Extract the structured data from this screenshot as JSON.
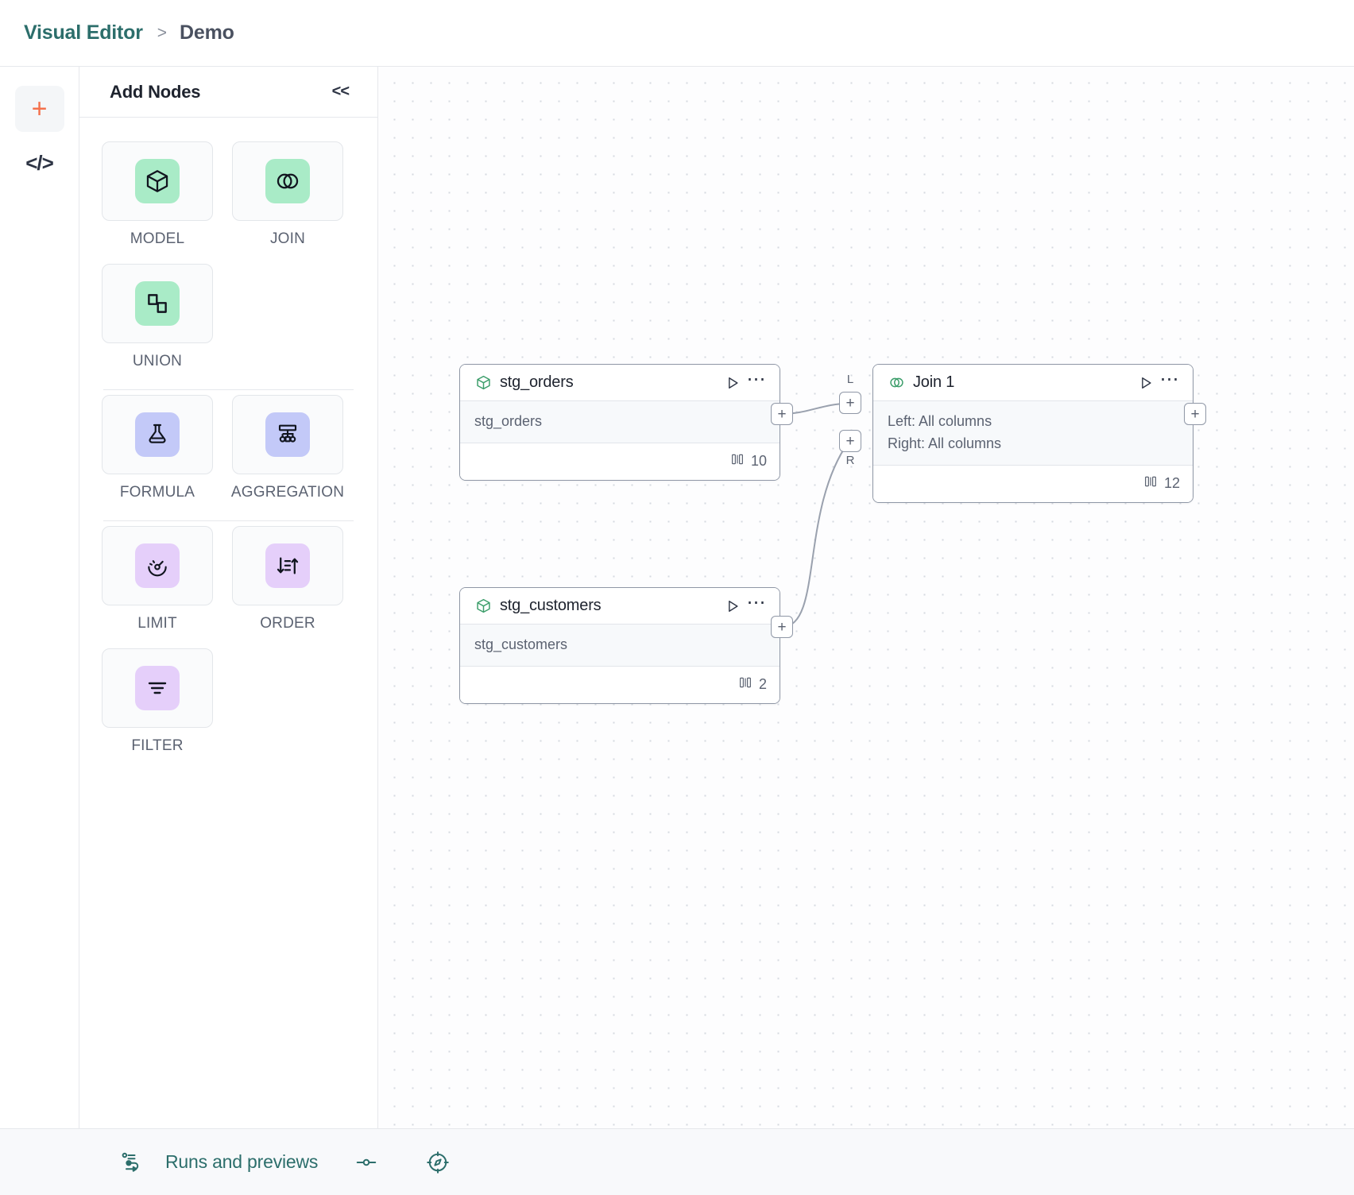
{
  "header": {
    "breadcrumb_root": "Visual Editor",
    "breadcrumb_separator": ">",
    "breadcrumb_current": "Demo"
  },
  "rail": {
    "add_icon": "plus-icon",
    "code_icon": "code-icon",
    "code_glyph": "</>"
  },
  "panel": {
    "title": "Add Nodes",
    "collapse_label": "<<",
    "groups": [
      {
        "items": [
          {
            "label": "MODEL",
            "icon": "cube-icon",
            "swatch": "#a9ebc7"
          },
          {
            "label": "JOIN",
            "icon": "venn-icon",
            "swatch": "#a9ebc7"
          },
          {
            "label": "UNION",
            "icon": "union-shapes-icon",
            "swatch": "#a9ebc7"
          }
        ]
      },
      {
        "items": [
          {
            "label": "FORMULA",
            "icon": "flask-icon",
            "swatch": "#c3c9f8"
          },
          {
            "label": "AGGREGATION",
            "icon": "hierarchy-icon",
            "swatch": "#c3c9f8"
          }
        ]
      },
      {
        "items": [
          {
            "label": "LIMIT",
            "icon": "gauge-icon",
            "swatch": "#e5cffa"
          },
          {
            "label": "ORDER",
            "icon": "sort-icon",
            "swatch": "#e5cffa"
          },
          {
            "label": "FILTER",
            "icon": "filter-icon",
            "swatch": "#e5cffa"
          }
        ]
      }
    ]
  },
  "canvas": {
    "nodes": [
      {
        "id": "stg_orders",
        "type": "model",
        "icon": "cube-icon",
        "title": "stg_orders",
        "rows": [
          "stg_orders"
        ],
        "columns_count": "10",
        "columns_icon": "columns-icon",
        "run_icon": "play-icon",
        "more_icon": "ellipsis-icon"
      },
      {
        "id": "join_1",
        "type": "join",
        "icon": "venn-icon",
        "title": "Join 1",
        "rows": [
          "Left: All columns",
          "Right: All columns"
        ],
        "columns_count": "12",
        "columns_icon": "columns-icon",
        "run_icon": "play-icon",
        "more_icon": "ellipsis-icon"
      },
      {
        "id": "stg_customers",
        "type": "model",
        "icon": "cube-icon",
        "title": "stg_customers",
        "rows": [
          "stg_customers"
        ],
        "columns_count": "2",
        "columns_icon": "columns-icon",
        "run_icon": "play-icon",
        "more_icon": "ellipsis-icon"
      }
    ],
    "ports": {
      "plus_glyph": "+",
      "left_tag": "L",
      "right_tag": "R"
    }
  },
  "bottombar": {
    "runs_label": "Runs and previews",
    "runs_icon": "pipeline-icon",
    "toggle_icon": "slider-icon",
    "compass_icon": "compass-icon"
  },
  "colors": {
    "brand_teal": "#2c6e6b",
    "accent_orange": "#f4714c",
    "green_swatch": "#a9ebc7",
    "blue_swatch": "#c3c9f8",
    "purple_swatch": "#e5cffa",
    "node_border": "#8f97a6",
    "panel_border": "#e6e8ec"
  }
}
